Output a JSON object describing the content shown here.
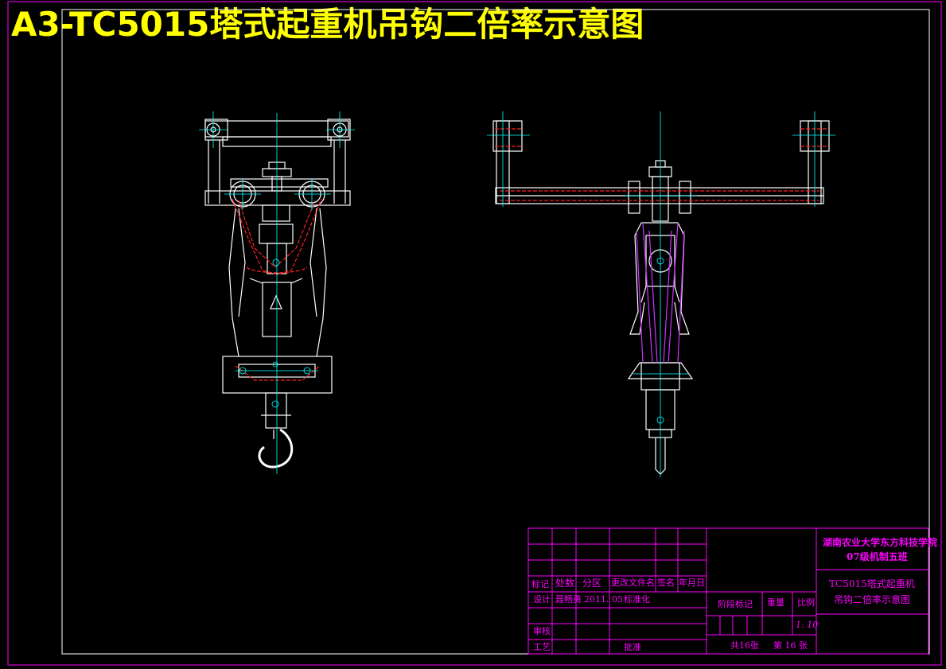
{
  "title": "A3-TC5015塔式起重机吊钩二倍率示意图",
  "colors": {
    "background": "#000000",
    "title": "#ffff00",
    "frame": "#ff00ff",
    "line": "#ffffff",
    "centerline": "#00ffff",
    "rope": "#ff0000",
    "rope_alt": "#cc33ff"
  },
  "title_block": {
    "school": "湖南农业大学东方科技学院",
    "class_name": "07级机制五班",
    "drawing_name_1": "TC5015塔式起重机",
    "drawing_name_2": "吊钩二倍率示意图",
    "col_mark": "标记",
    "col_count": "处数",
    "col_zone": "分区",
    "col_doc": "更改文件名",
    "col_sign": "签名",
    "col_date": "年月日",
    "row_design": "设计",
    "designer": "聂畅勇",
    "design_date": "2011. 05",
    "standardize": "标准化",
    "stage_mark": "阶段标记",
    "weight": "重量",
    "scale_label": "比例",
    "scale": "1: 10",
    "review": "审核",
    "process": "工艺",
    "approve": "批准",
    "sheets_total": "共16张",
    "sheet_no": "第 16 张"
  }
}
